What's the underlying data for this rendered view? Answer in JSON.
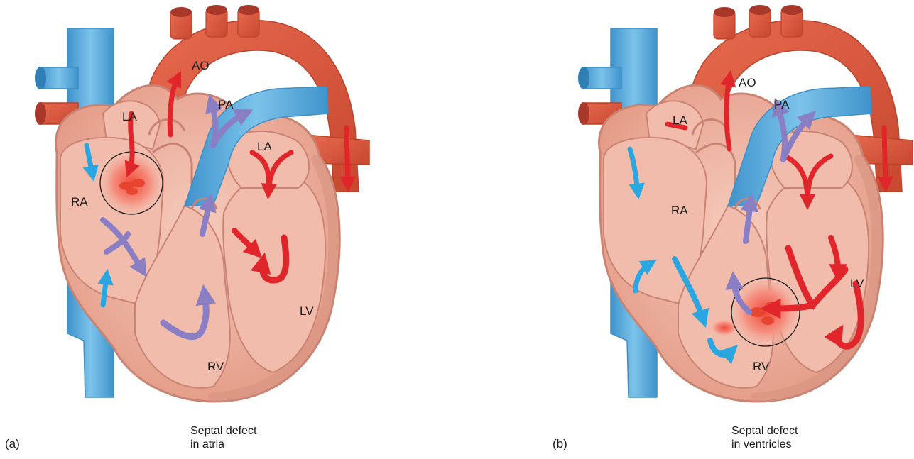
{
  "panels": [
    {
      "id_label": "(a)",
      "caption_line1": "Septal defect",
      "caption_line2": "in atria",
      "labels": {
        "ao": "AO",
        "pa": "PA",
        "la_left": "LA",
        "la_right": "LA",
        "ra": "RA",
        "rv": "RV",
        "lv": "LV"
      }
    },
    {
      "id_label": "(b)",
      "caption_line1": "Septal defect",
      "caption_line2": "in ventricles",
      "labels": {
        "ao": "AO",
        "pa": "PA",
        "la_left": "LA",
        "ra": "RA",
        "rv": "RV",
        "lv": "LV"
      }
    }
  ],
  "colors": {
    "vein_blue": "#4fa3d6",
    "artery_red": "#d8573f",
    "muscle": "#e49a86",
    "chamber": "#eeb3a3",
    "oxygenated_arrow": "#e0262b",
    "deoxygenated_arrow": "#8a7fc4",
    "venous_arrow": "#2aa6e0"
  }
}
